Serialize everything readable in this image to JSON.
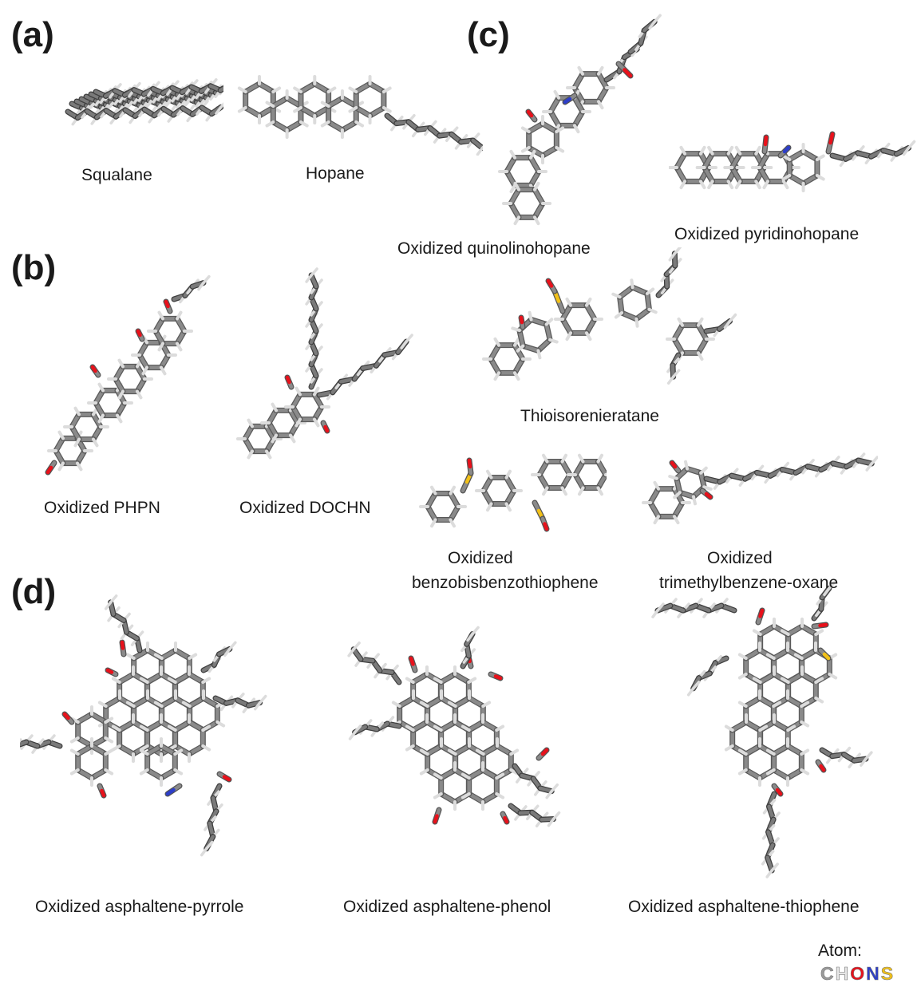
{
  "panels": {
    "a": "(a)",
    "b": "(b)",
    "c": "(c)",
    "d": "(d)"
  },
  "molecules": {
    "squalane": "Squalane",
    "hopane": "Hopane",
    "quinolinohopane": "Oxidized quinolinohopane",
    "pyridinohopane": "Oxidized pyridinohopane",
    "phpn": "Oxidized PHPN",
    "dochn": "Oxidized DOCHN",
    "thioisorenieratane": "Thioisorenieratane",
    "benzobisbenzothiophene_l1": "Oxidized",
    "benzobisbenzothiophene_l2": "benzobisbenzothiophene",
    "trimethylbenzene_l1": "Oxidized",
    "trimethylbenzene_l2": "trimethylbenzene-oxane",
    "asph_pyrrole": "Oxidized asphaltene-pyrrole",
    "asph_phenol": "Oxidized asphaltene-phenol",
    "asph_thiophene": "Oxidized asphaltene-thiophene"
  },
  "legend": {
    "title": "Atom:",
    "atoms": [
      {
        "symbol": "C",
        "color": "#9a9a9a"
      },
      {
        "symbol": "H",
        "color": "#e6e6e6"
      },
      {
        "symbol": "O",
        "color": "#e8111b"
      },
      {
        "symbol": "N",
        "color": "#2d3ec9"
      },
      {
        "symbol": "S",
        "color": "#f2c118"
      }
    ]
  },
  "colors": {
    "carbon": "#8a8a8a",
    "carbon_dark": "#4a4a4a",
    "hydrogen": "#dcdcdc",
    "oxygen": "#e8111b",
    "nitrogen": "#2d3ec9",
    "sulfur": "#f2c118"
  }
}
